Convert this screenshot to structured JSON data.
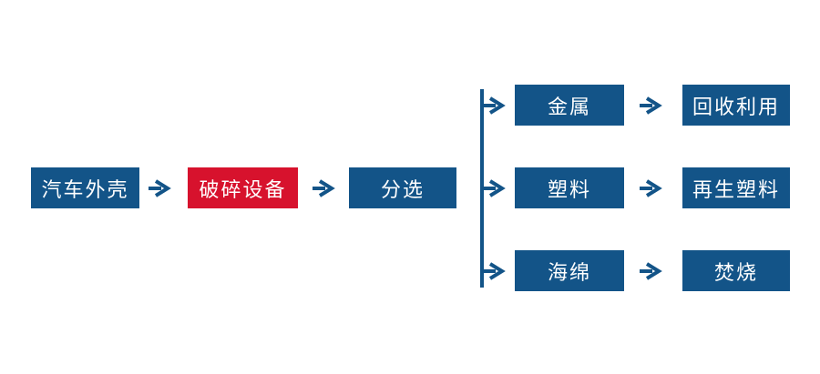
{
  "palette": {
    "box_blue": "#135488",
    "box_red": "#D7122D",
    "text_white": "#FFFFFF",
    "bg": "#FFFFFF"
  },
  "diagram": {
    "type": "flowchart",
    "description_visible_text_only": true,
    "nodes": [
      {
        "id": "car-shell",
        "label": "汽车外壳",
        "color": "blue"
      },
      {
        "id": "crushing-equipment",
        "label": "破碎设备",
        "color": "red"
      },
      {
        "id": "sorting",
        "label": "分选",
        "color": "blue"
      },
      {
        "id": "metal",
        "label": "金属",
        "color": "blue"
      },
      {
        "id": "recycling",
        "label": "回收利用",
        "color": "blue"
      },
      {
        "id": "plastic",
        "label": "塑料",
        "color": "blue"
      },
      {
        "id": "recycled-plastic",
        "label": "再生塑料",
        "color": "blue"
      },
      {
        "id": "sponge",
        "label": "海绵",
        "color": "blue"
      },
      {
        "id": "incineration",
        "label": "焚烧",
        "color": "blue"
      }
    ],
    "edges": [
      {
        "from": "汽车外壳",
        "to": "破碎设备"
      },
      {
        "from": "破碎设备",
        "to": "分选"
      },
      {
        "from": "分选",
        "to": "金属"
      },
      {
        "from": "分选",
        "to": "塑料"
      },
      {
        "from": "分选",
        "to": "海绵"
      },
      {
        "from": "金属",
        "to": "回收利用"
      },
      {
        "from": "塑料",
        "to": "再生塑料"
      },
      {
        "from": "海绵",
        "to": "焚烧"
      }
    ]
  }
}
